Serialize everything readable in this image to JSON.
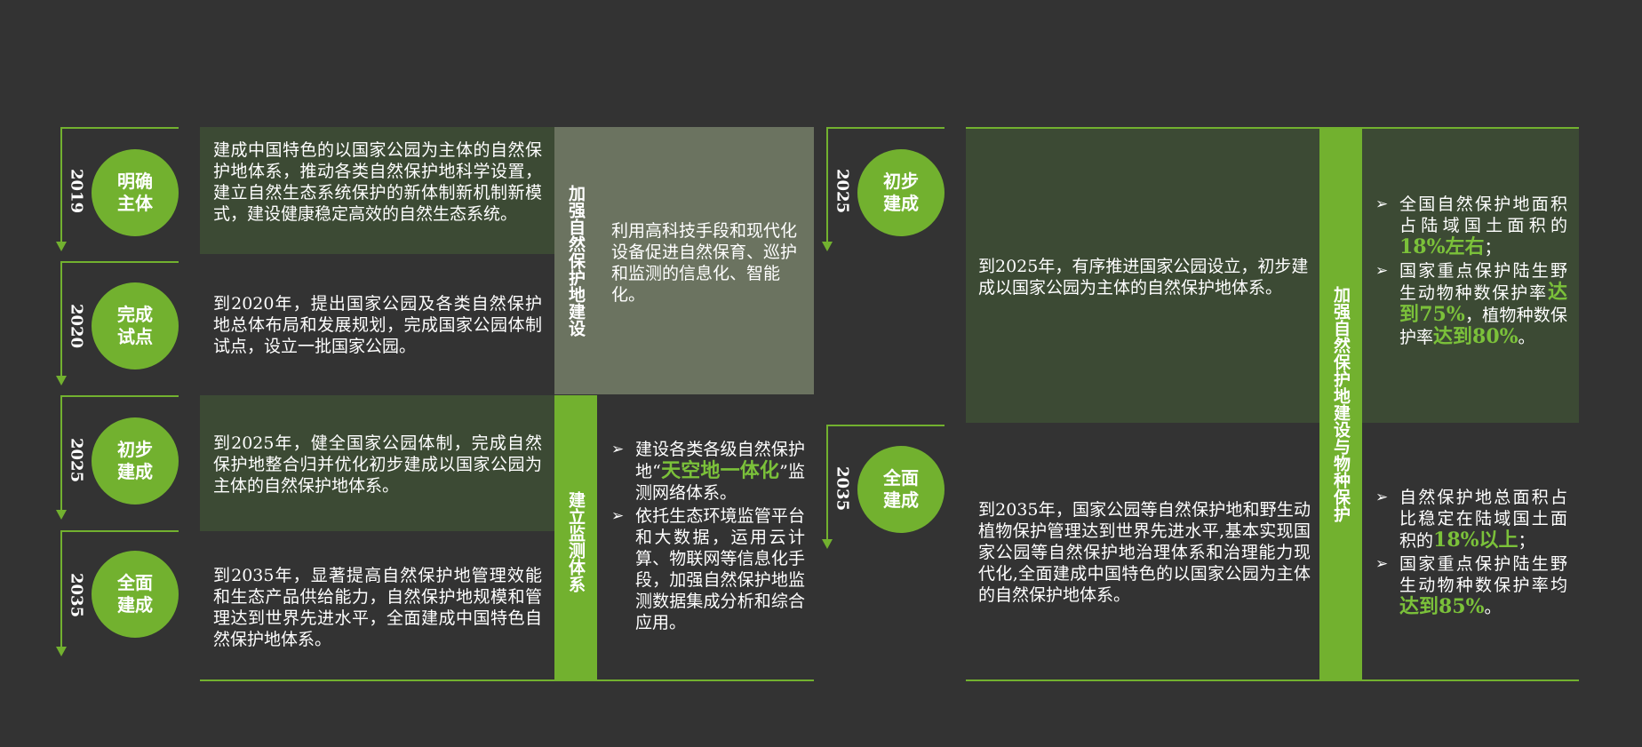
{
  "left": {
    "rows": [
      {
        "year": "2019",
        "circle": "明确主体",
        "text": "建成中国特色的以国家公园为主体的自然保护地体系，推动各类自然保护地科学设置，建立自然生态系统保护的新体制新机制新模式，建设健康稳定高效的自然生态系统。"
      },
      {
        "year": "2020",
        "circle": "完成试点",
        "text": "到2020年，提出国家公园及各类自然保护地总体布局和发展规划，完成国家公园体制试点，设立一批国家公园。"
      },
      {
        "year": "2025",
        "circle": "初步建成",
        "text": "到2025年，健全国家公园体制，完成自然保护地整合归并优化初步建成以国家公园为主体的自然保护地体系。"
      },
      {
        "year": "2035",
        "circle": "全面建成",
        "text": "到2035年，显著提高自然保护地管理效能和生态产品供给能力，自然保护地规模和管理达到世界先进水平，全面建成中国特色自然保护地体系。"
      }
    ],
    "cat1": {
      "title": "加强自然保护地建设",
      "text": "利用高科技手段和现代化设备促进自然保育、巡护和监测的信息化、智能化。"
    },
    "cat2": {
      "title": "建立监测体系",
      "b1_pre": "建设各类各级自然保护地“",
      "b1_hl": "天空地一体化",
      "b1_post": "”监测网络体系。",
      "b2": "依托生态环境监管平台和大数据，运用云计算、物联网等信息化手段，加强自然保护地监测数据集成分析和综合应用。"
    }
  },
  "right": {
    "rows": [
      {
        "year": "2025",
        "circle": "初步建成",
        "text": "到2025年，有序推进国家公园设立，初步建成以国家公园为主体的自然保护地体系。"
      },
      {
        "year": "2035",
        "circle": "全面建成",
        "text": "到2035年，国家公园等自然保护地和野生动植物保护管理达到世界先进水平,基本实现国家公园等自然保护地治理体系和治理能力现代化,全面建成中国特色的以国家公园为主体的自然保护地体系。"
      }
    ],
    "category": "加强自然保护地建设与物种保护",
    "top": {
      "b1_pre": "全国自然保护地面积占陆域国土面积的",
      "b1_hl": "18%左右",
      "b1_post": "；",
      "b2_pre": "国家重点保护陆生野生动物种数保护率",
      "b2_hl": "达到75%",
      "b2_mid": "，植物种数保护率",
      "b2_hl2": "达到80%",
      "b2_post": "。"
    },
    "bottom": {
      "b1_pre": "自然保护地总面积占比稳定在陆域国土面积的",
      "b1_hl": "18%以上",
      "b1_post": "；",
      "b2_pre": "国家重点保护陆生野生动物种数保护率均",
      "b2_hl": "达到85%",
      "b2_post": "。"
    }
  },
  "bullet": "➢",
  "colors": {
    "background": "#333333",
    "green": "#72b12f",
    "highlight": "#7bc13a",
    "dark_band": "#3c4a34",
    "grey_band": "#6b7360"
  }
}
